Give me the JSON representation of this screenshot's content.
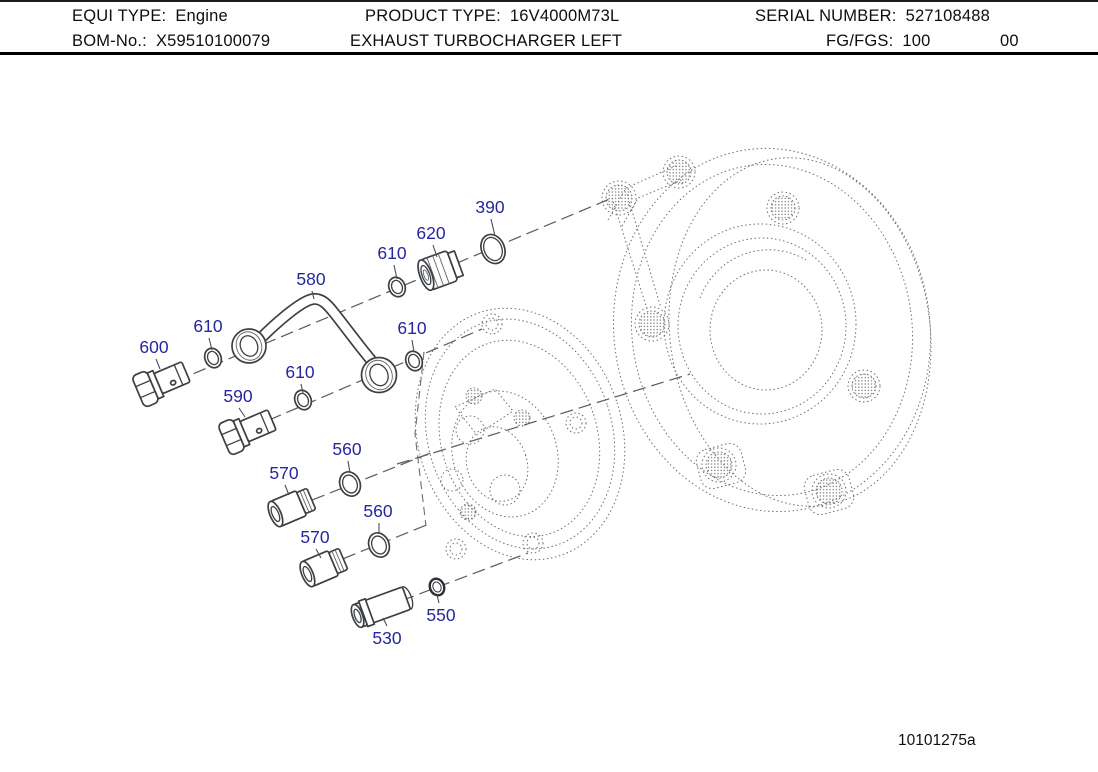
{
  "header": {
    "equi_type_label": "EQUI TYPE:",
    "equi_type_value": "Engine",
    "product_type_label": "PRODUCT TYPE:",
    "product_type_value": "16V4000M73L",
    "serial_number_label": "SERIAL NUMBER:",
    "serial_number_value": "527108488",
    "bom_no_label": "BOM-No.:",
    "bom_no_value": "X59510100079",
    "assembly_title": "EXHAUST TURBOCHARGER LEFT",
    "fg_fgs_label": "FG/FGS:",
    "fg_fgs_value": "100",
    "fg_fgs_suffix": "00"
  },
  "diagram": {
    "figure_number": "10101275a",
    "callout_color": "#26269e",
    "part_line_color": "#3c4043",
    "phantom_line_color": "#6a6f76",
    "callouts": [
      {
        "label": "390"
      },
      {
        "label": "620"
      },
      {
        "label": "610"
      },
      {
        "label": "580"
      },
      {
        "label": "610"
      },
      {
        "label": "600"
      },
      {
        "label": "610"
      },
      {
        "label": "610"
      },
      {
        "label": "590"
      },
      {
        "label": "560"
      },
      {
        "label": "570"
      },
      {
        "label": "560"
      },
      {
        "label": "570"
      },
      {
        "label": "550"
      },
      {
        "label": "530"
      }
    ]
  }
}
